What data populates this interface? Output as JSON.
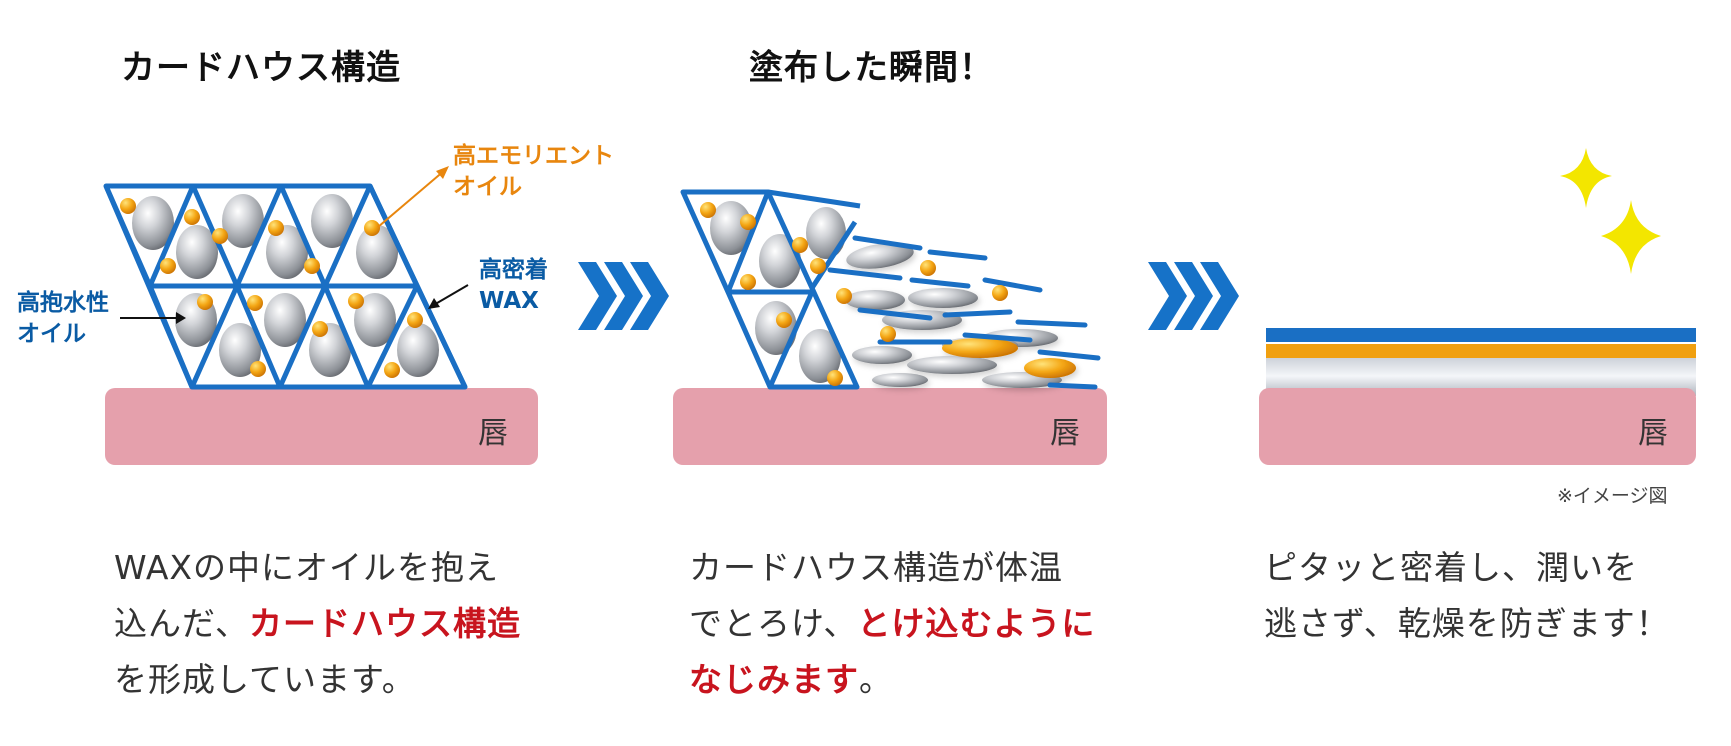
{
  "panels": [
    {
      "heading": "カードハウス構造",
      "lip_label": "唇",
      "desc": {
        "line1": "WAXの中にオイルを抱え",
        "line2_pre": "込んだ、",
        "line2_highlight": "カードハウス構造",
        "line3": "を形成しています。"
      }
    },
    {
      "heading": "塗布した瞬間！",
      "lip_label": "唇",
      "desc": {
        "line1": "カードハウス構造が体温",
        "line2_pre": "でとろけ、",
        "line2_highlight": "とけ込むように",
        "line3_highlight": "なじみます",
        "line3_post": "。"
      }
    },
    {
      "heading": "",
      "lip_label": "唇",
      "note": "※イメージ図",
      "desc": {
        "line1": "ピタッと密着し、潤いを",
        "line2": "逃さず、乾燥を防ぎます！"
      }
    }
  ],
  "labels": {
    "emollient_oil": [
      "高エモリエント",
      "オイル"
    ],
    "adhesive_wax": [
      "高密着",
      "WAX"
    ],
    "water_holding_oil": [
      "高抱水性",
      "オイル"
    ]
  },
  "colors": {
    "lip": "#e5a0ac",
    "wax_blue": "#1a6fc4",
    "arrow_blue": "#1672c8",
    "oil_orange": "#f0a010",
    "sparkle": "#f3e600",
    "highlight_red": "#c8141e"
  },
  "icons": [
    "right-chevron-arrows-icon",
    "sparkle-icon"
  ]
}
